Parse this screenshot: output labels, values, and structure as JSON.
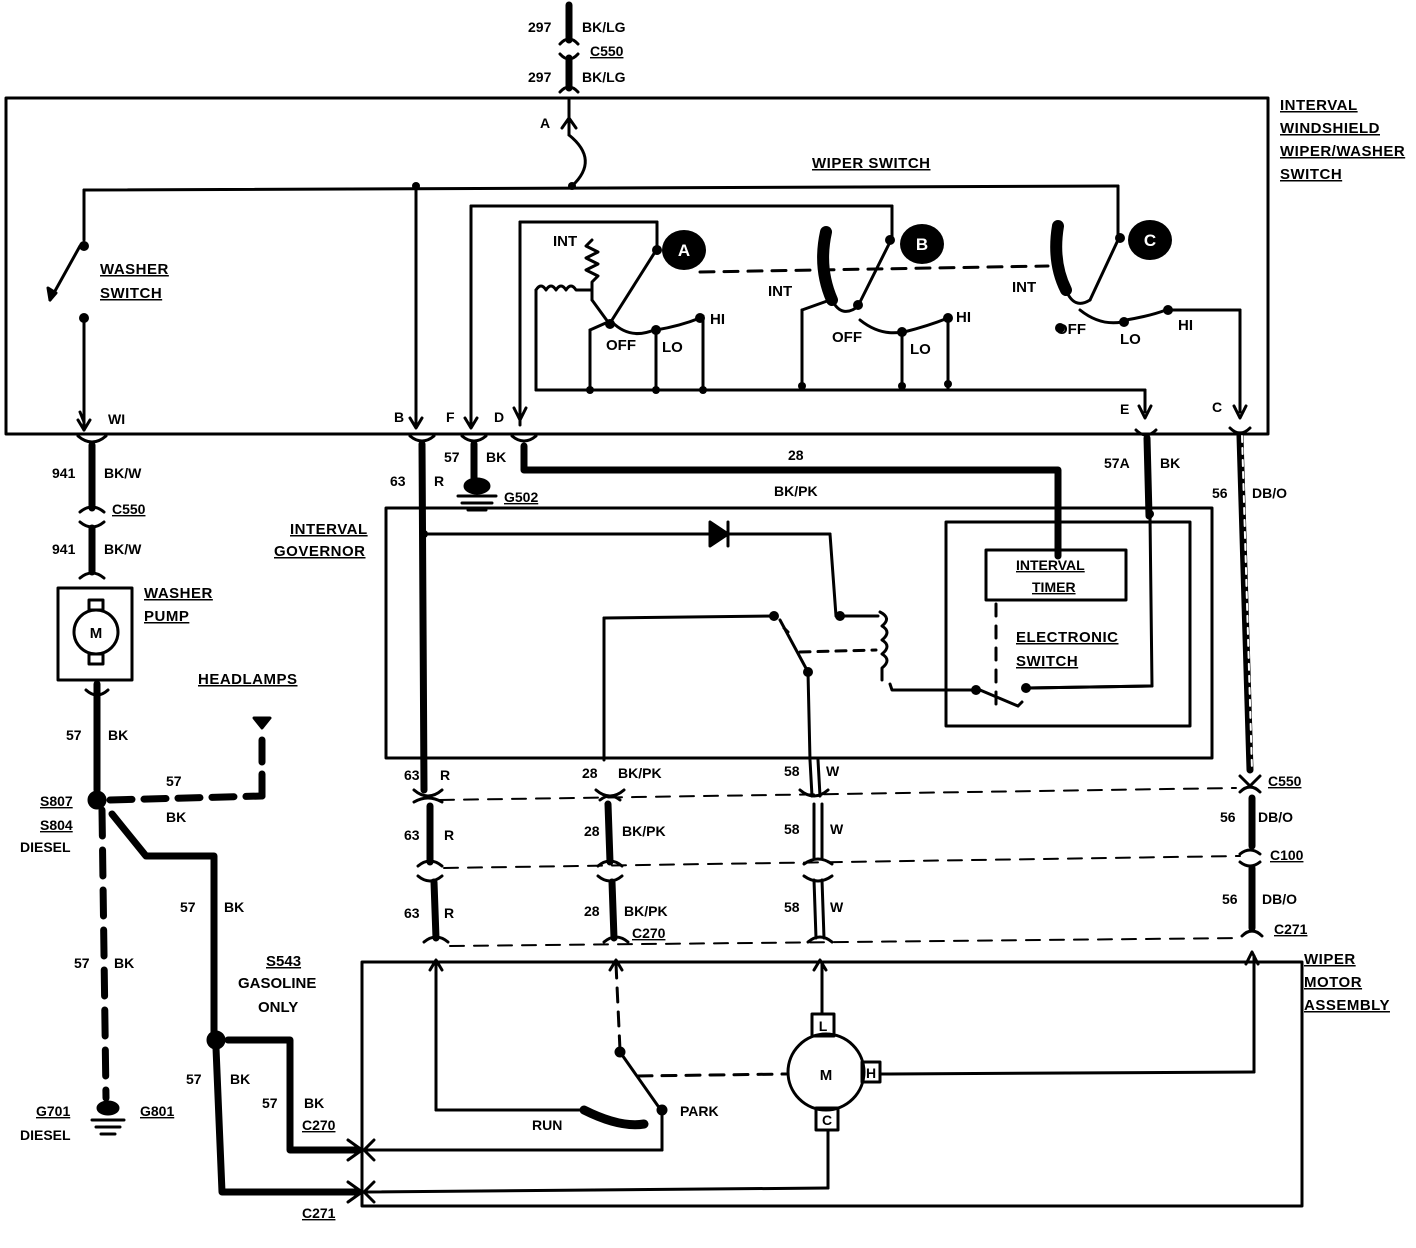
{
  "top_feed": {
    "circuit_top": "297",
    "color_top": "BK/LG",
    "connector": "C550",
    "circuit_bottom": "297",
    "color_bottom": "BK/LG",
    "pin": "A"
  },
  "components": {
    "switch_title": [
      "INTERVAL",
      "WINDSHIELD",
      "WIPER/WASHER",
      "SWITCH"
    ],
    "wiper_switch": "WIPER SWITCH",
    "washer_switch": [
      "WASHER",
      "SWITCH"
    ],
    "interval_governor": [
      "INTERVAL",
      "GOVERNOR"
    ],
    "interval_timer": [
      "INTERVAL",
      "TIMER"
    ],
    "electronic_switch": [
      "ELECTRONIC",
      "SWITCH"
    ],
    "washer_pump": [
      "WASHER",
      "PUMP"
    ],
    "headlamps": "HEADLAMPS",
    "wiper_motor": [
      "WIPER",
      "MOTOR",
      "ASSEMBLY"
    ]
  },
  "switch_sections": {
    "a": {
      "badge": "A",
      "int": "INT",
      "off": "OFF",
      "lo": "LO",
      "hi": "HI"
    },
    "b": {
      "badge": "B",
      "int": "INT",
      "off": "OFF",
      "lo": "LO",
      "hi": "HI"
    },
    "c": {
      "badge": "C",
      "int": "INT",
      "off": "OFF",
      "lo": "LO",
      "hi": "HI"
    }
  },
  "pins": {
    "wi": "WI",
    "b": "B",
    "f": "F",
    "d": "D",
    "e": "E",
    "c": "C"
  },
  "wires": {
    "washer_941_top": {
      "circuit": "941",
      "color": "BK/W"
    },
    "c550_washer": "C550",
    "washer_941_bottom": {
      "circuit": "941",
      "color": "BK/W"
    },
    "pump_57": {
      "circuit": "57",
      "color": "BK"
    },
    "headlamp_57": {
      "circuit": "57",
      "color": "BK"
    },
    "splice_top": "S807",
    "splice_bottom": "S804",
    "splice_note": "DIESEL",
    "diesel_57": {
      "circuit": "57",
      "color": "BK"
    },
    "gas_57_upper": {
      "circuit": "57",
      "color": "BK"
    },
    "s543": "S543",
    "s543_note": [
      "GASOLINE",
      "ONLY"
    ],
    "gas_57_lower": {
      "circuit": "57",
      "color": "BK"
    },
    "c270_57": {
      "circuit": "57",
      "color": "BK",
      "connector": "C270"
    },
    "c271_bottom": "C271",
    "g701": "G701",
    "g701_note": "DIESEL",
    "g801": "G801",
    "r63_top": {
      "circuit": "63",
      "color": "R"
    },
    "ground_57": {
      "circuit": "57",
      "color": "BK"
    },
    "g502": "G502",
    "bkpk_28": {
      "circuit": "28",
      "color": "BK/PK"
    },
    "bk_57a": {
      "circuit": "57A",
      "color": "BK"
    },
    "dbo_56_top": {
      "circuit": "56",
      "color": "DB/O"
    },
    "r63_gov": {
      "circuit": "63",
      "color": "R"
    },
    "bkpk_28_gov": {
      "circuit": "28",
      "color": "BK/PK"
    },
    "w58_gov": {
      "circuit": "58",
      "color": "W"
    },
    "c550_motor": "C550",
    "r63_mid": {
      "circuit": "63",
      "color": "R"
    },
    "bkpk_28_mid": {
      "circuit": "28",
      "color": "BK/PK"
    },
    "w58_mid": {
      "circuit": "58",
      "color": "W"
    },
    "dbo_56_mid": {
      "circuit": "56",
      "color": "DB/O"
    },
    "c100": "C100",
    "r63_bot": {
      "circuit": "63",
      "color": "R"
    },
    "bkpk_28_bot": {
      "circuit": "28",
      "color": "BK/PK"
    },
    "c270_motor": "C270",
    "w58_bot": {
      "circuit": "58",
      "color": "W"
    },
    "dbo_56_bot": {
      "circuit": "56",
      "color": "DB/O"
    },
    "c271_motor": "C271"
  },
  "motor": {
    "symbol": "M",
    "l": "L",
    "h": "H",
    "c": "C",
    "run": "RUN",
    "park": "PARK"
  },
  "pump": {
    "symbol": "M"
  }
}
